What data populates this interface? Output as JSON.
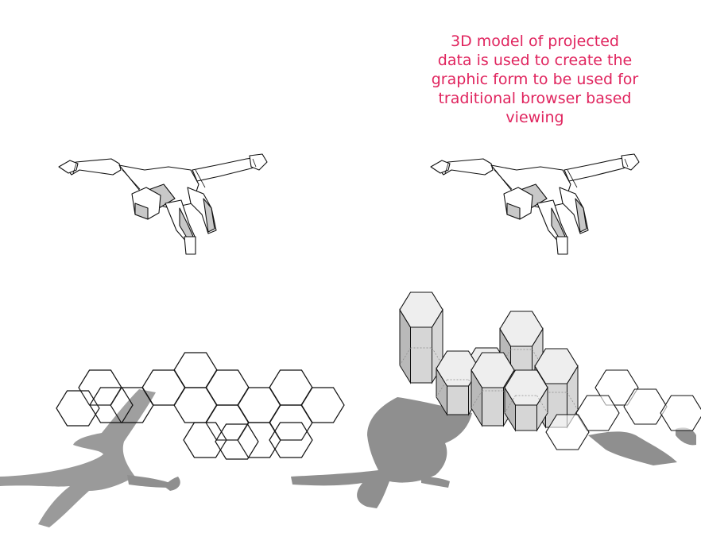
{
  "annotation": {
    "text": "3D model of projected\ndata is used to create the\ngraphic form to be used for\ntraditional browser based\nviewing",
    "color": "#e0245e"
  },
  "colors": {
    "figure_fill": "#ffffff",
    "figure_shade": "#c8c8c8",
    "outline": "#111111",
    "shadow": "#8f8f8f",
    "prism_side": "#d6d6d6",
    "prism_side_dark": "#b9b9b9",
    "prism_top": "#eeeeee"
  },
  "panels": [
    {
      "figure": "figure-left",
      "grid": "flat-hex-grid"
    },
    {
      "figure": "figure-right",
      "grid": "extruded-hex-grid"
    }
  ],
  "prism_heights": [
    70,
    36,
    22,
    48,
    12,
    48,
    32,
    55
  ]
}
